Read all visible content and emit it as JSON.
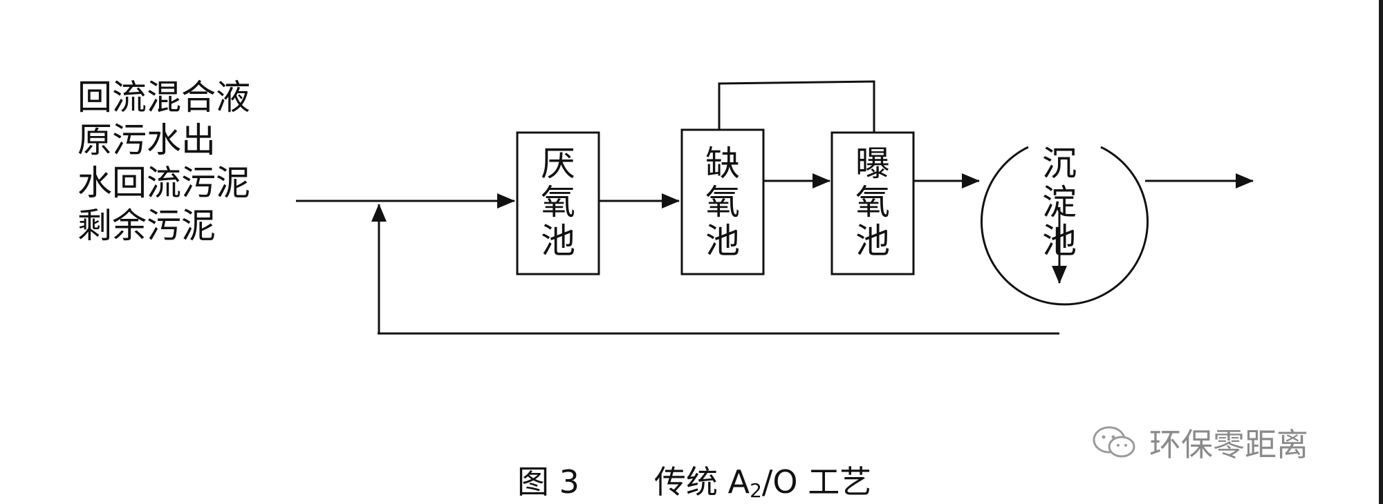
{
  "legend": {
    "lines": [
      "回流混合液",
      "原污水出",
      "水回流污泥",
      "剩余污泥"
    ]
  },
  "tanks": [
    {
      "label": "厌氧池"
    },
    {
      "label": "缺氧池"
    },
    {
      "label": "曝氧池"
    },
    {
      "label": "沉淀池"
    }
  ],
  "caption": {
    "figure": "图 3",
    "title_prefix": "传统 A",
    "title_sub": "2",
    "title_suffix": "/O 工艺"
  },
  "watermark": {
    "text": "环保零距离",
    "icon": "wechat-icon"
  },
  "colors": {
    "line": "#111111",
    "watermark": "#8a8a8a"
  }
}
